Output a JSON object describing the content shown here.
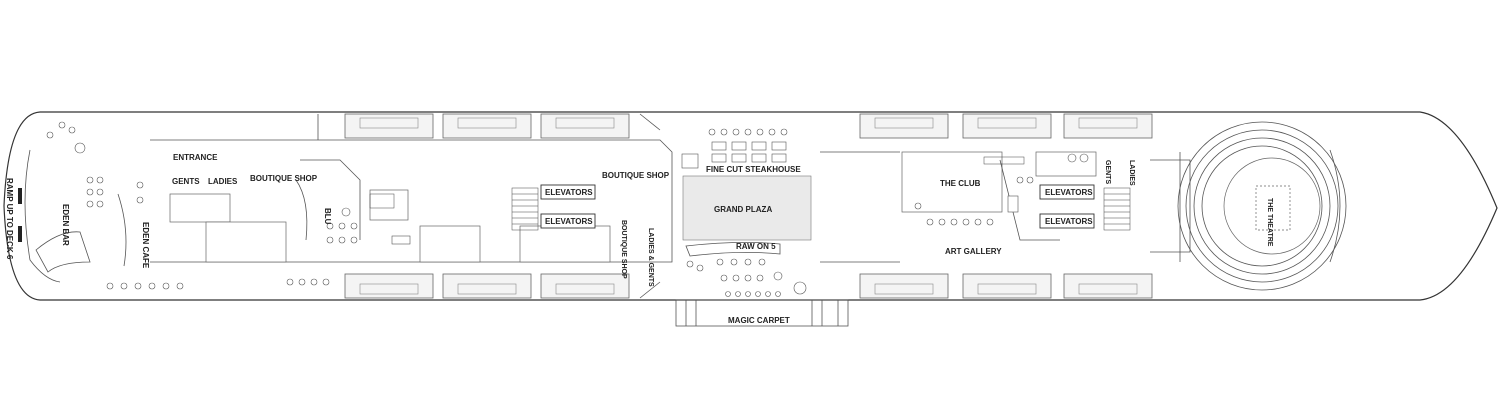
{
  "deck": {
    "labels": {
      "ramp": "RAMP UP TO DECK 6",
      "eden_bar": "EDEN BAR",
      "eden_cafe": "EDEN CAFE",
      "entrance": "ENTRANCE",
      "gents_fwd": "GENTS",
      "ladies_fwd": "LADIES",
      "boutique_shop_fwd": "BOUTIQUE SHOP",
      "blu": "BLU",
      "elevators_mid_top": "ELEVATORS",
      "elevators_mid_bottom": "ELEVATORS",
      "boutique_shop_mid": "BOUTIQUE SHOP",
      "boutique_shop_vertical": "BOUTIQUE SHOP",
      "ladies_gents_mid": "LADIES & GENTS",
      "fine_cut": "FINE CUT STEAKHOUSE",
      "grand_plaza": "GRAND PLAZA",
      "raw_on_5": "RAW ON 5",
      "magic_carpet": "MAGIC CARPET",
      "the_club": "THE CLUB",
      "art_gallery": "ART GALLERY",
      "elevators_aft_top": "ELEVATORS",
      "elevators_aft_bottom": "ELEVATORS",
      "ladies_aft": "LADIES",
      "gents_aft": "GENTS",
      "the_theatre": "THE THEATRE"
    }
  }
}
